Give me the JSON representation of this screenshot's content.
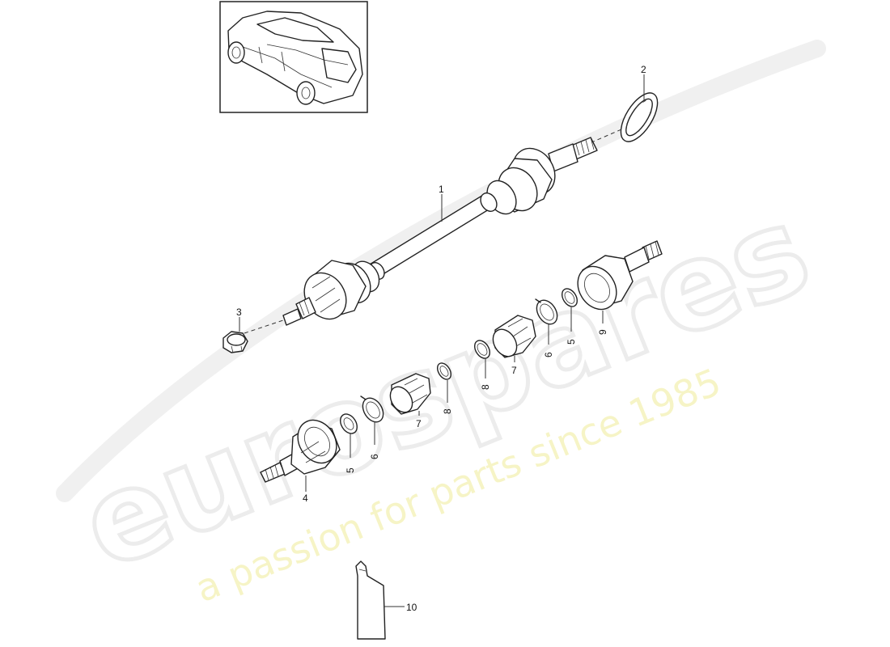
{
  "watermark": {
    "brand": "eurospares",
    "tagline": "a passion for parts since 1985",
    "brand_color": "#e6e6e6",
    "tagline_color": "#f2eea8"
  },
  "thumbnail": {
    "icon": "car-thumbnail-icon"
  },
  "callouts": [
    {
      "id": "c1",
      "text": "1"
    },
    {
      "id": "c2",
      "text": "2"
    },
    {
      "id": "c3",
      "text": "3"
    },
    {
      "id": "c4",
      "text": "4"
    },
    {
      "id": "c5a",
      "text": "5"
    },
    {
      "id": "c6a",
      "text": "6"
    },
    {
      "id": "c7a",
      "text": "7"
    },
    {
      "id": "c8a",
      "text": "8"
    },
    {
      "id": "c8b",
      "text": "8"
    },
    {
      "id": "c7b",
      "text": "7"
    },
    {
      "id": "c6b",
      "text": "6"
    },
    {
      "id": "c5b",
      "text": "5"
    },
    {
      "id": "c9",
      "text": "9"
    },
    {
      "id": "c10",
      "text": "10"
    }
  ]
}
